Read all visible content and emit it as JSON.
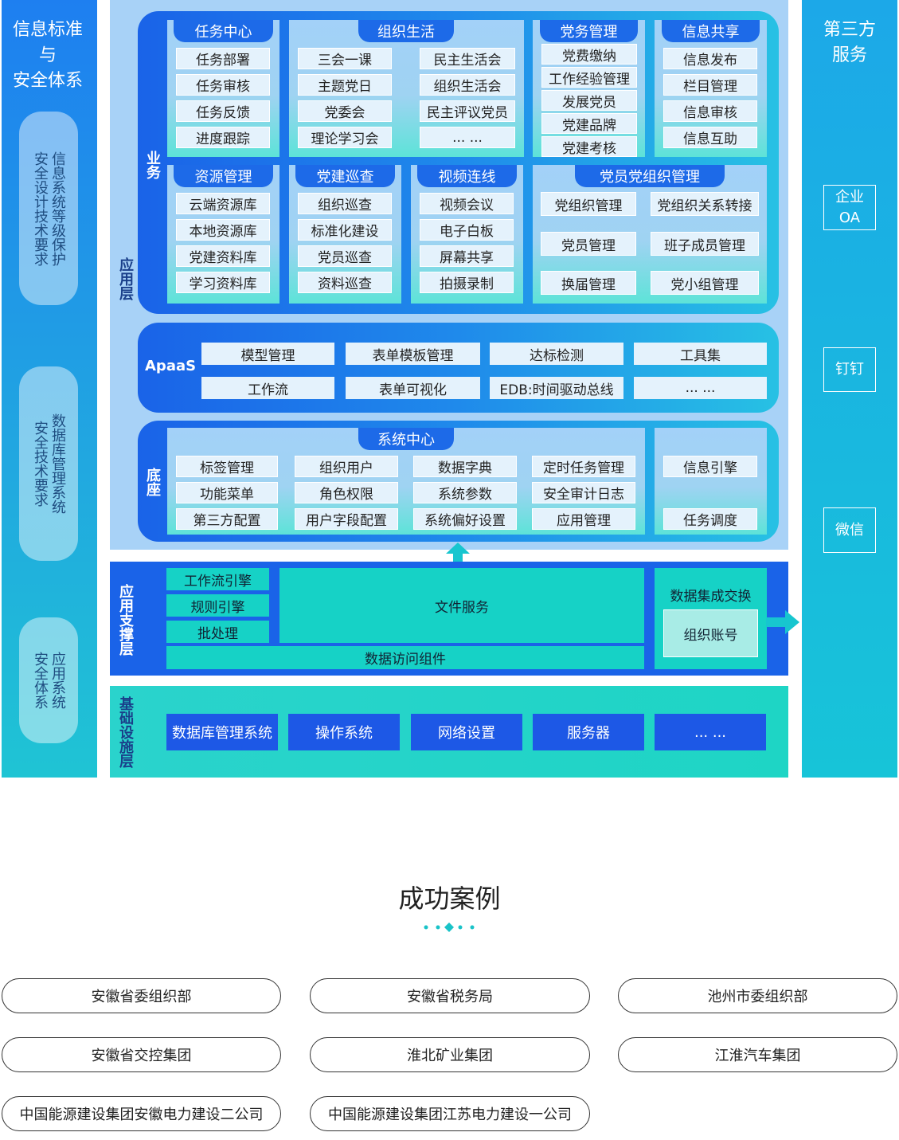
{
  "left": {
    "title_lines": [
      "信息标准",
      "与",
      "安全体系"
    ],
    "pills": [
      {
        "col1": "信息系统等级保护",
        "col2": "安全设计技术要求"
      },
      {
        "col1": "数据库管理系统",
        "col2": "安全技术要求"
      },
      {
        "col1": "应用系统",
        "col2": "安全体系"
      }
    ]
  },
  "right": {
    "title_lines": [
      "第三方",
      "服务"
    ],
    "items": [
      "企业\nOA",
      "钉钉",
      "微信"
    ]
  },
  "app_layer": {
    "label": "应用层",
    "business_label": "业务",
    "sections": [
      {
        "title": "任务中心",
        "items": [
          "任务部署",
          "任务审核",
          "任务反馈",
          "进度跟踪"
        ]
      },
      {
        "title": "组织生活",
        "items": [
          "三会一课",
          "主题党日",
          "党委会",
          "理论学习会",
          "民主生活会",
          "组织生活会",
          "民主评议党员",
          "... ..."
        ]
      },
      {
        "title": "党务管理",
        "items": [
          "党费缴纳",
          "工作经验管理",
          "发展党员",
          "党建品牌",
          "党建考核"
        ]
      },
      {
        "title": "信息共享",
        "items": [
          "信息发布",
          "栏目管理",
          "信息审核",
          "信息互助"
        ]
      },
      {
        "title": "资源管理",
        "items": [
          "云端资源库",
          "本地资源库",
          "党建资料库",
          "学习资料库"
        ]
      },
      {
        "title": "党建巡查",
        "items": [
          "组织巡查",
          "标准化建设",
          "党员巡查",
          "资料巡查"
        ]
      },
      {
        "title": "视频连线",
        "items": [
          "视频会议",
          "电子白板",
          "屏幕共享",
          "拍摄录制"
        ]
      },
      {
        "title": "党员党组织管理",
        "items": [
          "党组织管理",
          "党组织关系转接",
          "党员管理",
          "班子成员管理",
          "换届管理",
          "党小组管理"
        ]
      }
    ]
  },
  "apaas": {
    "label": "ApaaS",
    "items": [
      "模型管理",
      "表单模板管理",
      "达标检测",
      "工具集",
      "工作流",
      "表单可视化",
      "EDB:时间驱动总线",
      "... ..."
    ]
  },
  "base": {
    "label": "底座",
    "sys_title": "系统中心",
    "items": [
      "标签管理",
      "组织用户",
      "数据字典",
      "定时任务管理",
      "功能菜单",
      "角色权限",
      "系统参数",
      "安全审计日志",
      "第三方配置",
      "用户字段配置",
      "系统偏好设置",
      "应用管理"
    ],
    "side_items": [
      "信息引擎",
      "任务调度"
    ]
  },
  "support": {
    "label": "应用支撑层",
    "engines": [
      "工作流引擎",
      "规则引擎",
      "批处理"
    ],
    "file_service": "文件服务",
    "data_access": "数据访问组件",
    "exchange_title": "数据集成交换",
    "exchange_item": "组织账号"
  },
  "infra": {
    "label": "基础设施层",
    "items": [
      "数据库管理系统",
      "操作系统",
      "网络设置",
      "服务器",
      "... ..."
    ]
  },
  "cases": {
    "title": "成功案例",
    "items": [
      "安徽省委组织部",
      "安徽省税务局",
      "池州市委组织部",
      "安徽省交控集团",
      "淮北矿业集团",
      "江淮汽车集团",
      "中国能源建设集团安徽电力建设二公司",
      "中国能源建设集团江苏电力建设一公司"
    ]
  },
  "colors": {
    "primary_blue": "#1d6ae8",
    "teal": "#1ed5c5",
    "light_blue": "#a8d2f7"
  }
}
